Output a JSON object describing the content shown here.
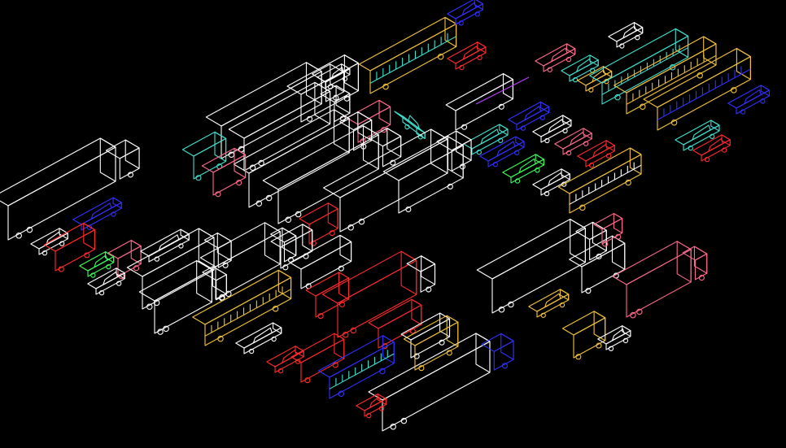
{
  "viewport": {
    "background_color": "#000000"
  },
  "palette": {
    "white": "#ffffff",
    "yellow": "#f5c23a",
    "red": "#ff2a2a",
    "blue": "#3030ff",
    "cyan": "#40e0d0",
    "magenta": "#c03cff",
    "green": "#3cff5a",
    "pink": "#ff6a8a"
  },
  "objects": [
    {
      "name": "semi-truck-trailer",
      "color": "white"
    },
    {
      "name": "box-truck",
      "color": "white"
    },
    {
      "name": "bus",
      "color": "yellow"
    },
    {
      "name": "school-bus",
      "color": "yellow"
    },
    {
      "name": "pickup-truck",
      "color": "red"
    },
    {
      "name": "sedan",
      "color": "cyan"
    },
    {
      "name": "sedan",
      "color": "blue"
    },
    {
      "name": "van",
      "color": "pink"
    },
    {
      "name": "police-car",
      "color": "white"
    },
    {
      "name": "tow-truck",
      "color": "yellow"
    }
  ]
}
